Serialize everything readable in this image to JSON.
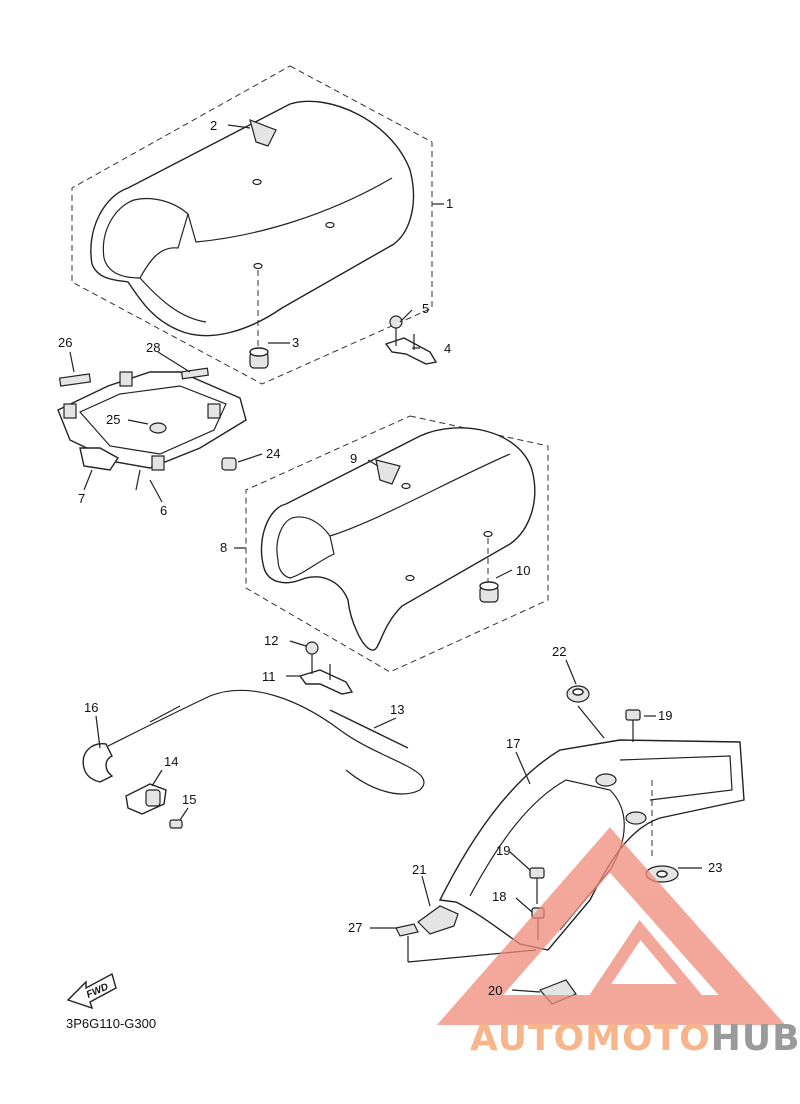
{
  "diagram": {
    "code": "3P6G110-G300",
    "fwd_label": "FWD",
    "callouts": [
      "1",
      "2",
      "3",
      "4",
      "5",
      "6",
      "7",
      "8",
      "9",
      "10",
      "11",
      "12",
      "13",
      "14",
      "15",
      "16",
      "17",
      "18",
      "19",
      "19",
      "20",
      "21",
      "22",
      "23",
      "24",
      "25",
      "26",
      "27",
      "28"
    ]
  },
  "watermark": {
    "part1": "AUTOMOTO",
    "part2": "HUB",
    "color_primary": "#f08a7a",
    "color_secondary": "#9a9a9a"
  }
}
